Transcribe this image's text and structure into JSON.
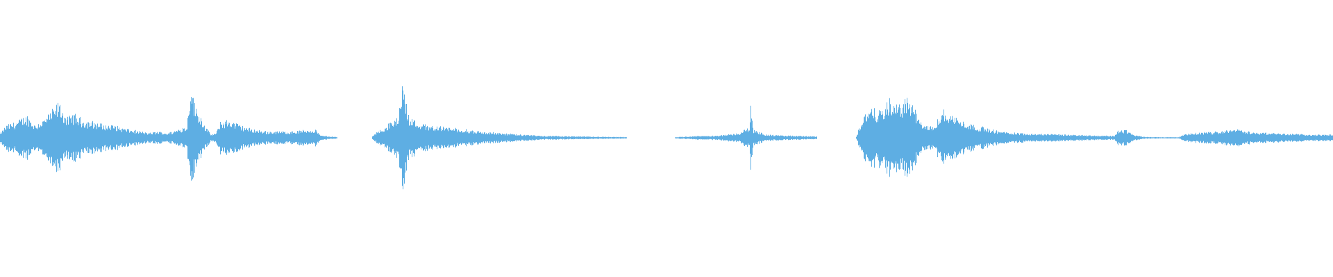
{
  "waveform": {
    "color": "#5eaee3",
    "background": "#ffffff",
    "segments": [
      {
        "start": 0.0,
        "end": 0.253
      },
      {
        "start": 0.279,
        "end": 0.47
      },
      {
        "start": 0.506,
        "end": 0.613
      },
      {
        "start": 0.642,
        "end": 1.0
      }
    ],
    "envelope": [
      [
        0.0,
        0.03
      ],
      [
        0.005,
        0.08
      ],
      [
        0.012,
        0.1
      ],
      [
        0.02,
        0.14
      ],
      [
        0.026,
        0.08
      ],
      [
        0.032,
        0.11
      ],
      [
        0.038,
        0.16
      ],
      [
        0.044,
        0.22
      ],
      [
        0.05,
        0.12
      ],
      [
        0.055,
        0.15
      ],
      [
        0.062,
        0.11
      ],
      [
        0.07,
        0.1
      ],
      [
        0.078,
        0.08
      ],
      [
        0.085,
        0.08
      ],
      [
        0.092,
        0.06
      ],
      [
        0.098,
        0.05
      ],
      [
        0.105,
        0.04
      ],
      [
        0.112,
        0.03
      ],
      [
        0.118,
        0.04
      ],
      [
        0.125,
        0.03
      ],
      [
        0.13,
        0.04
      ],
      [
        0.135,
        0.06
      ],
      [
        0.14,
        0.07
      ],
      [
        0.143,
        0.36
      ],
      [
        0.146,
        0.2
      ],
      [
        0.15,
        0.14
      ],
      [
        0.154,
        0.07
      ],
      [
        0.158,
        0.02
      ],
      [
        0.162,
        0.03
      ],
      [
        0.165,
        0.1
      ],
      [
        0.172,
        0.11
      ],
      [
        0.18,
        0.08
      ],
      [
        0.186,
        0.06
      ],
      [
        0.192,
        0.05
      ],
      [
        0.2,
        0.04
      ],
      [
        0.21,
        0.04
      ],
      [
        0.22,
        0.04
      ],
      [
        0.23,
        0.05
      ],
      [
        0.237,
        0.05
      ],
      [
        0.24,
        0.015
      ],
      [
        0.253,
        0.004
      ],
      [
        0.279,
        0.01
      ],
      [
        0.285,
        0.05
      ],
      [
        0.292,
        0.09
      ],
      [
        0.298,
        0.12
      ],
      [
        0.302,
        0.36
      ],
      [
        0.306,
        0.14
      ],
      [
        0.312,
        0.1
      ],
      [
        0.32,
        0.08
      ],
      [
        0.33,
        0.07
      ],
      [
        0.34,
        0.06
      ],
      [
        0.35,
        0.05
      ],
      [
        0.36,
        0.04
      ],
      [
        0.375,
        0.03
      ],
      [
        0.39,
        0.02
      ],
      [
        0.41,
        0.012
      ],
      [
        0.44,
        0.008
      ],
      [
        0.47,
        0.005
      ],
      [
        0.506,
        0.004
      ],
      [
        0.52,
        0.01
      ],
      [
        0.54,
        0.015
      ],
      [
        0.555,
        0.03
      ],
      [
        0.562,
        0.07
      ],
      [
        0.563,
        0.2
      ],
      [
        0.565,
        0.05
      ],
      [
        0.575,
        0.02
      ],
      [
        0.585,
        0.015
      ],
      [
        0.6,
        0.012
      ],
      [
        0.613,
        0.008
      ],
      [
        0.642,
        0.006
      ],
      [
        0.648,
        0.15
      ],
      [
        0.655,
        0.18
      ],
      [
        0.662,
        0.17
      ],
      [
        0.668,
        0.24
      ],
      [
        0.674,
        0.2
      ],
      [
        0.68,
        0.26
      ],
      [
        0.686,
        0.18
      ],
      [
        0.69,
        0.1
      ],
      [
        0.694,
        0.07
      ],
      [
        0.7,
        0.08
      ],
      [
        0.707,
        0.17
      ],
      [
        0.713,
        0.15
      ],
      [
        0.72,
        0.11
      ],
      [
        0.73,
        0.08
      ],
      [
        0.74,
        0.06
      ],
      [
        0.75,
        0.04
      ],
      [
        0.765,
        0.03
      ],
      [
        0.78,
        0.025
      ],
      [
        0.8,
        0.02
      ],
      [
        0.82,
        0.015
      ],
      [
        0.836,
        0.012
      ],
      [
        0.838,
        0.045
      ],
      [
        0.845,
        0.05
      ],
      [
        0.85,
        0.02
      ],
      [
        0.858,
        0.006
      ],
      [
        0.87,
        0.004
      ],
      [
        0.884,
        0.004
      ],
      [
        0.886,
        0.012
      ],
      [
        0.888,
        0.02
      ],
      [
        0.895,
        0.03
      ],
      [
        0.905,
        0.035
      ],
      [
        0.915,
        0.04
      ],
      [
        0.925,
        0.06
      ],
      [
        0.93,
        0.05
      ],
      [
        0.94,
        0.035
      ],
      [
        0.955,
        0.03
      ],
      [
        0.97,
        0.025
      ],
      [
        0.985,
        0.02
      ],
      [
        1.0,
        0.02
      ]
    ]
  }
}
